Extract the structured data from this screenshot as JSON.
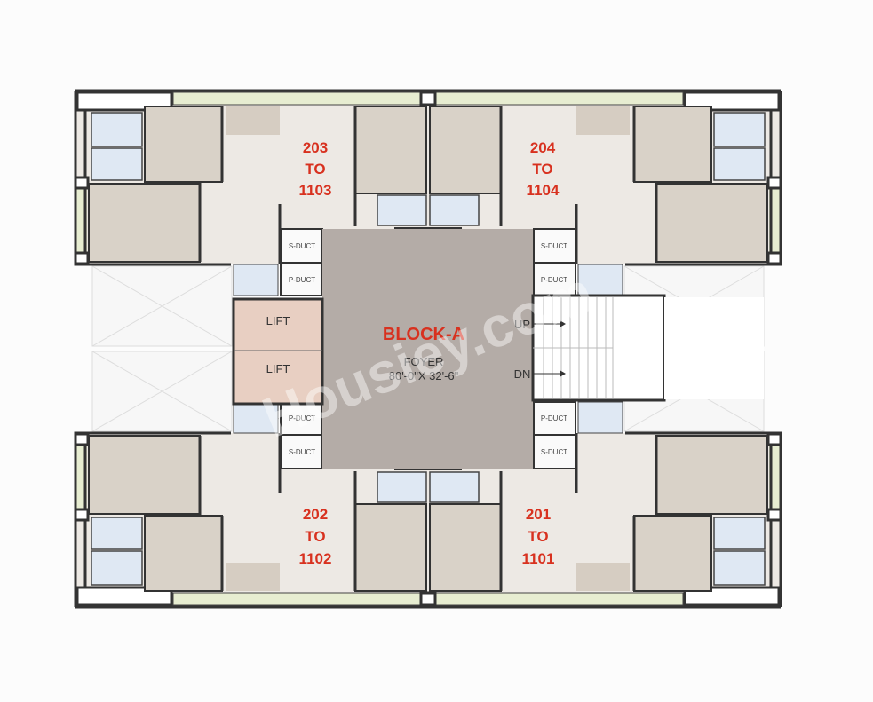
{
  "plan": {
    "block_label": "BLOCK-A",
    "foyer_label": "FOYER",
    "foyer_size": "80'-0\"X 32'-6\"",
    "lifts": [
      "LIFT",
      "LIFT"
    ],
    "stair_up": "UP",
    "stair_down": "DN",
    "s_duct": "S-DUCT",
    "p_duct": "P-DUCT",
    "units": [
      {
        "from": "203",
        "to_word": "TO",
        "to": "1103"
      },
      {
        "from": "204",
        "to_word": "TO",
        "to": "1104"
      },
      {
        "from": "202",
        "to_word": "TO",
        "to": "1102"
      },
      {
        "from": "201",
        "to_word": "TO",
        "to": "1101"
      }
    ],
    "watermark": "Housiey.com"
  },
  "colors": {
    "room_tan": "#d9d2c8",
    "floor_light": "#ede9e4",
    "bath_blue": "#dfe8f3",
    "balcony_green": "#e7edd1",
    "foyer_gray": "#b4aca7",
    "lift_pink": "#e8cfc2",
    "wall": "#2f2f2f",
    "label_red": "#d8311f"
  }
}
